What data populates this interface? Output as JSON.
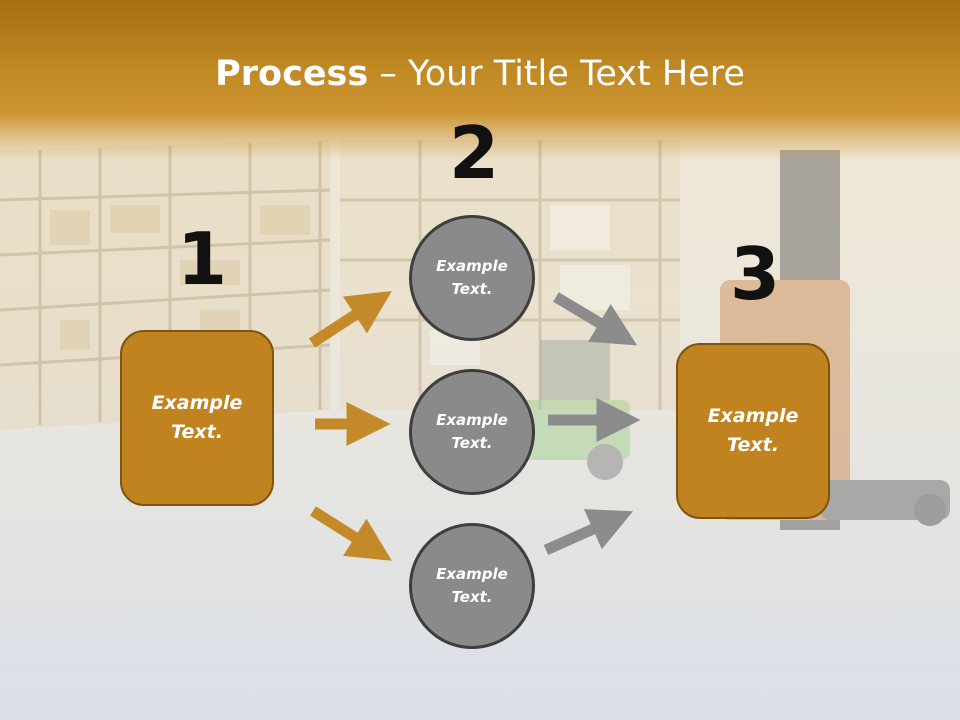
{
  "title": {
    "bold": "Process",
    "rest": " – Your Title Text Here"
  },
  "colors": {
    "accent": "#c18320",
    "circle": "#8a8a8a",
    "arrow_gold": "#c48a2a",
    "arrow_gray": "#8c8c8c"
  },
  "steps": {
    "one": {
      "number": "1",
      "line1": "Example",
      "line2": "Text."
    },
    "two": {
      "number": "2"
    },
    "three": {
      "number": "3",
      "line1": "Example",
      "line2": "Text."
    }
  },
  "circles": [
    {
      "line1": "Example",
      "line2": "Text."
    },
    {
      "line1": "Example",
      "line2": "Text."
    },
    {
      "line1": "Example",
      "line2": "Text."
    }
  ]
}
